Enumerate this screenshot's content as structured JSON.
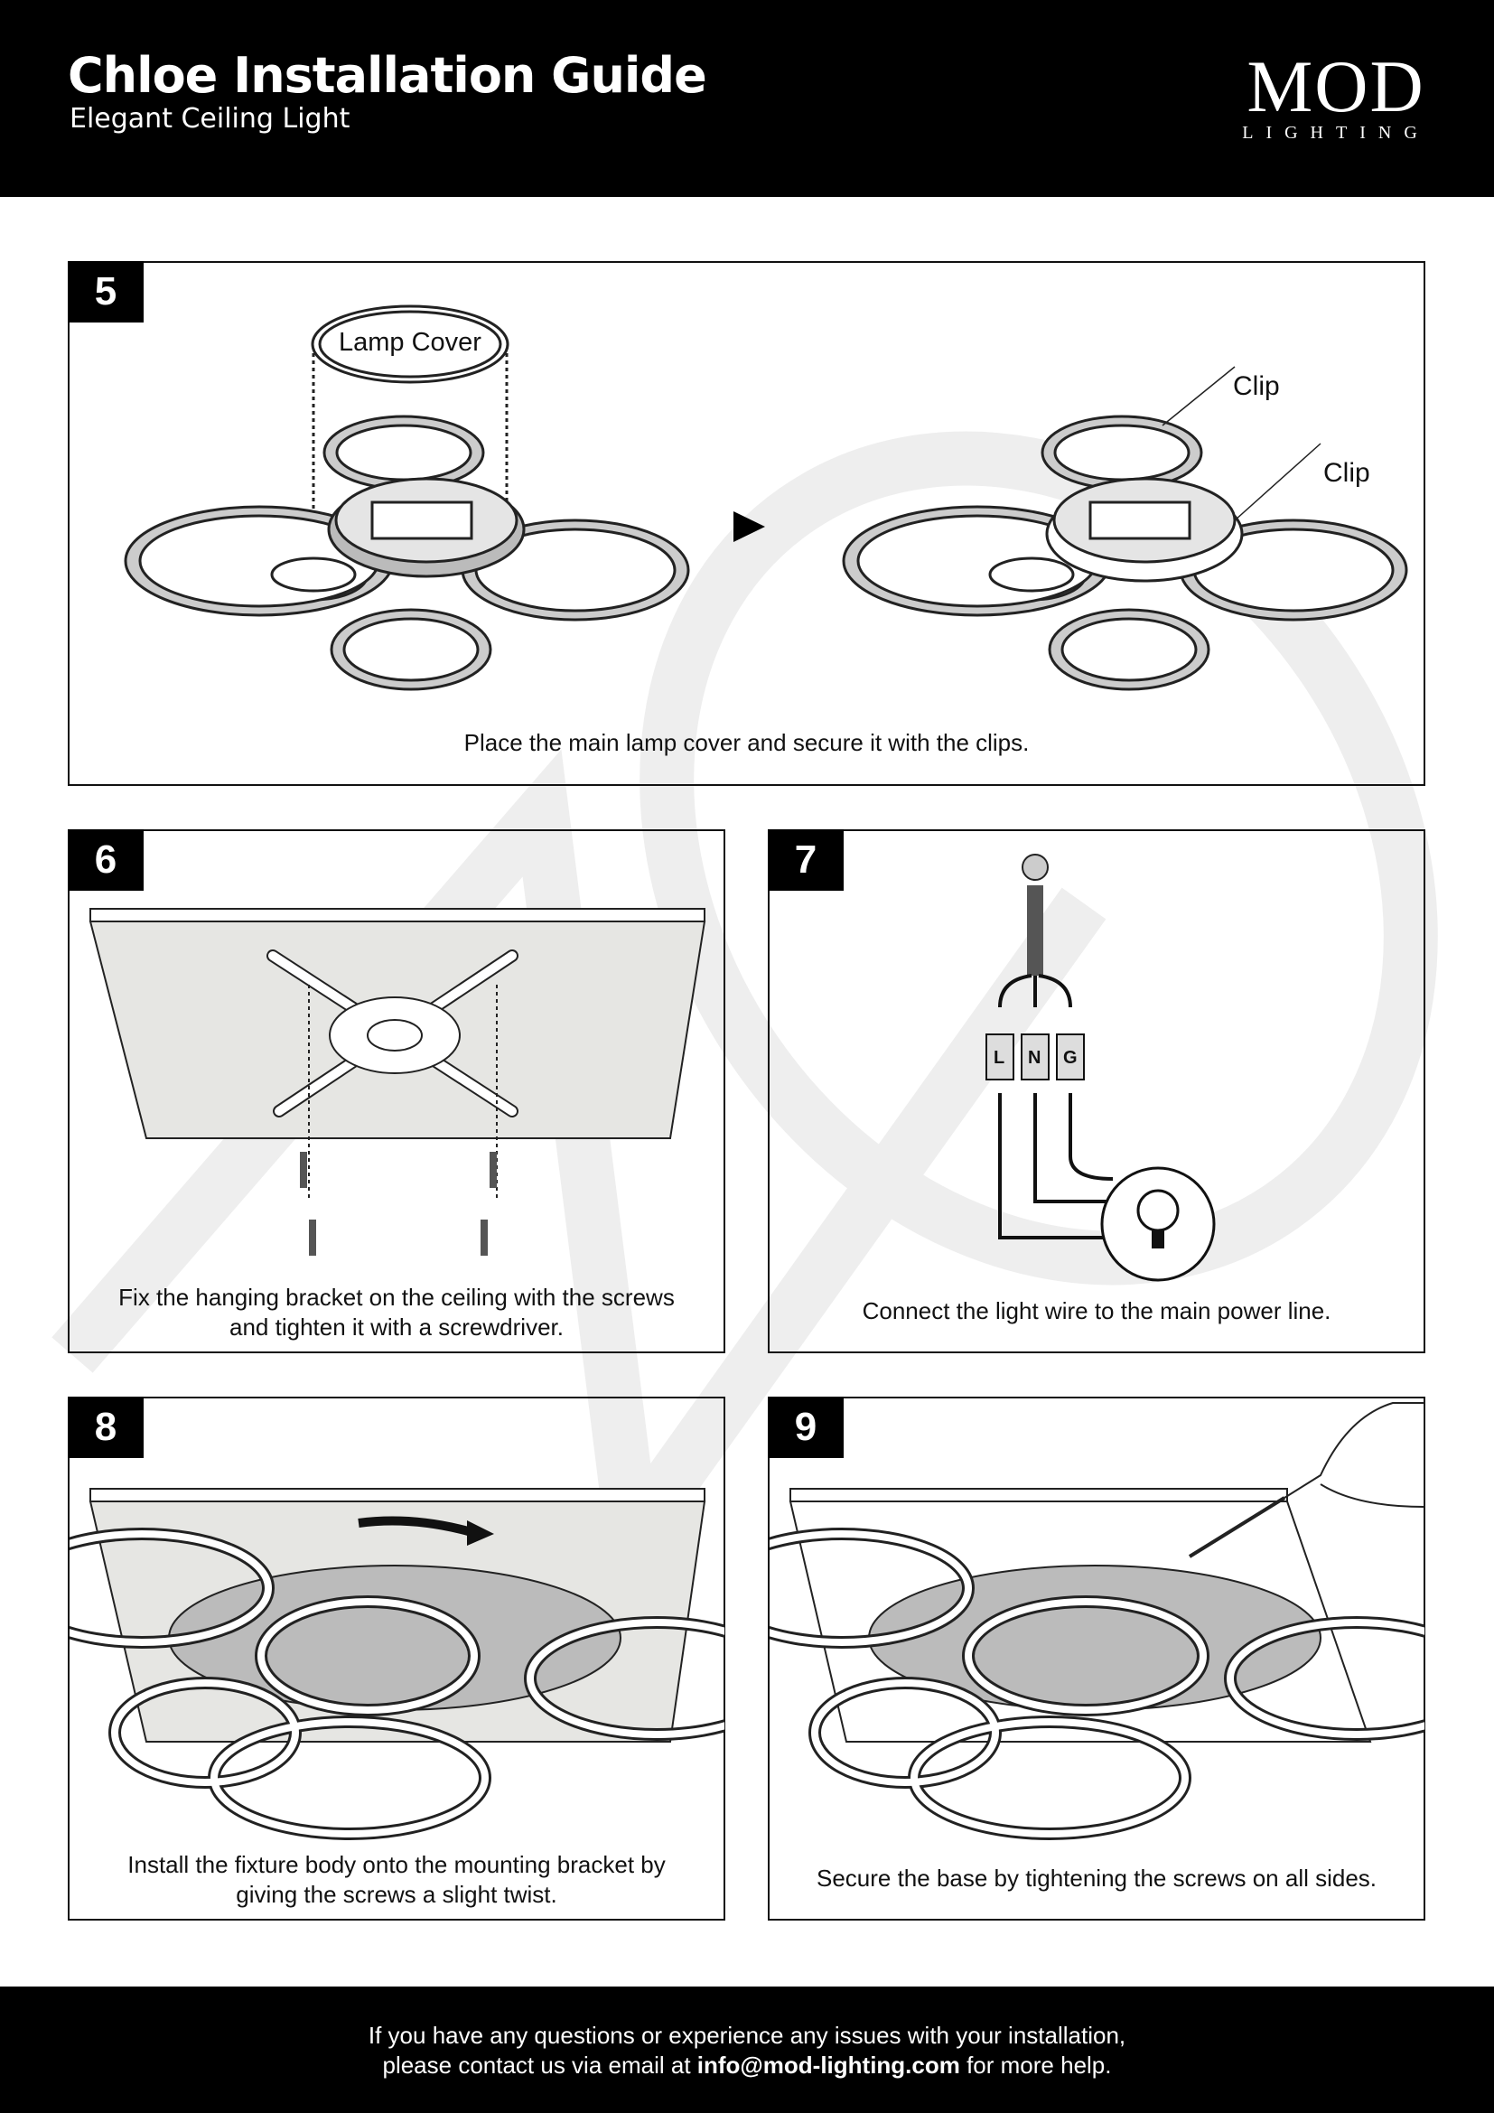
{
  "header": {
    "title": "Chloe Installation Guide",
    "subtitle": "Elegant Ceiling Light",
    "logo_main": "MOD",
    "logo_sub": "LIGHTING"
  },
  "steps": [
    {
      "number": "5",
      "caption": "Place the main lamp cover and secure it with the clips.",
      "labels": {
        "lamp_cover": "Lamp Cover",
        "clip1": "Clip",
        "clip2": "Clip"
      }
    },
    {
      "number": "6",
      "caption_line1": "Fix the hanging bracket on the ceiling with the screws",
      "caption_line2": "and tighten it with a screwdriver."
    },
    {
      "number": "7",
      "caption": "Connect the light wire to the main power line.",
      "terminals": [
        "L",
        "N",
        "G"
      ]
    },
    {
      "number": "8",
      "caption_line1": "Install the fixture body onto the mounting bracket by",
      "caption_line2": "giving the screws a slight twist."
    },
    {
      "number": "9",
      "caption": "Secure the base by tightening the screws on all sides."
    }
  ],
  "footer": {
    "line1": "If you have any questions or experience any issues with your installation,",
    "line2_pre": "please contact us via email at ",
    "email": "info@mod-lighting.com",
    "line2_post": " for more help."
  }
}
